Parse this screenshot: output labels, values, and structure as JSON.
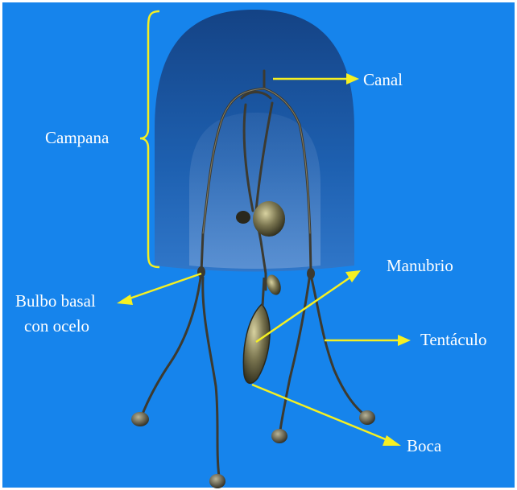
{
  "labels": {
    "campana": "Campana",
    "canal": "Canal",
    "manubrio": "Manubrio",
    "bulbo_line1": "Bulbo basal",
    "bulbo_line2": "con ocelo",
    "tentaculo": "Tentáculo",
    "boca": "Boca"
  },
  "colors": {
    "background": "#1684ec",
    "border": "#ffffff",
    "bell": "#1a4f92",
    "annotation": "#f5f022",
    "label_text": "#ffffff",
    "tentacle": "#3c3a30",
    "organ": "#7a7550"
  }
}
